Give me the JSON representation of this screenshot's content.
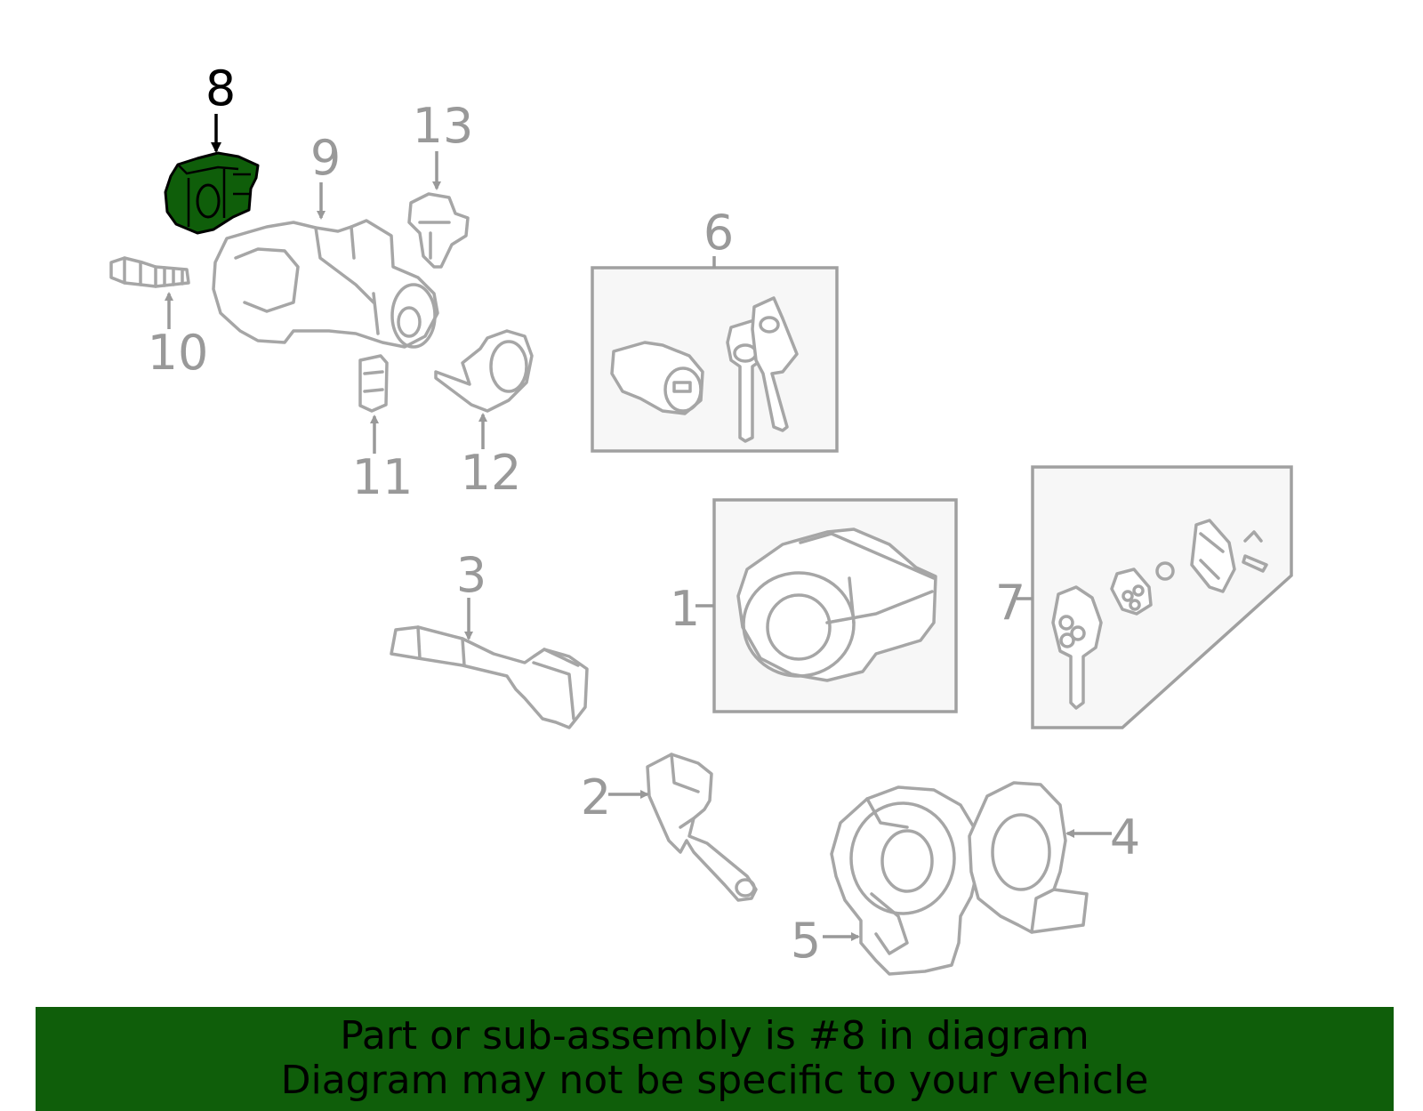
{
  "diagram": {
    "highlight_color": "#0f5e0a",
    "callouts": [
      {
        "id": "1",
        "label": "1"
      },
      {
        "id": "2",
        "label": "2"
      },
      {
        "id": "3",
        "label": "3"
      },
      {
        "id": "4",
        "label": "4"
      },
      {
        "id": "5",
        "label": "5"
      },
      {
        "id": "6",
        "label": "6"
      },
      {
        "id": "7",
        "label": "7"
      },
      {
        "id": "8",
        "label": "8",
        "highlighted": true
      },
      {
        "id": "9",
        "label": "9"
      },
      {
        "id": "10",
        "label": "10"
      },
      {
        "id": "11",
        "label": "11"
      },
      {
        "id": "12",
        "label": "12"
      },
      {
        "id": "13",
        "label": "13"
      }
    ]
  },
  "banner": {
    "line1": "Part or sub-assembly is #8 in diagram",
    "line2": "Diagram may not be specific to your vehicle",
    "background": "#0f5e0a"
  }
}
